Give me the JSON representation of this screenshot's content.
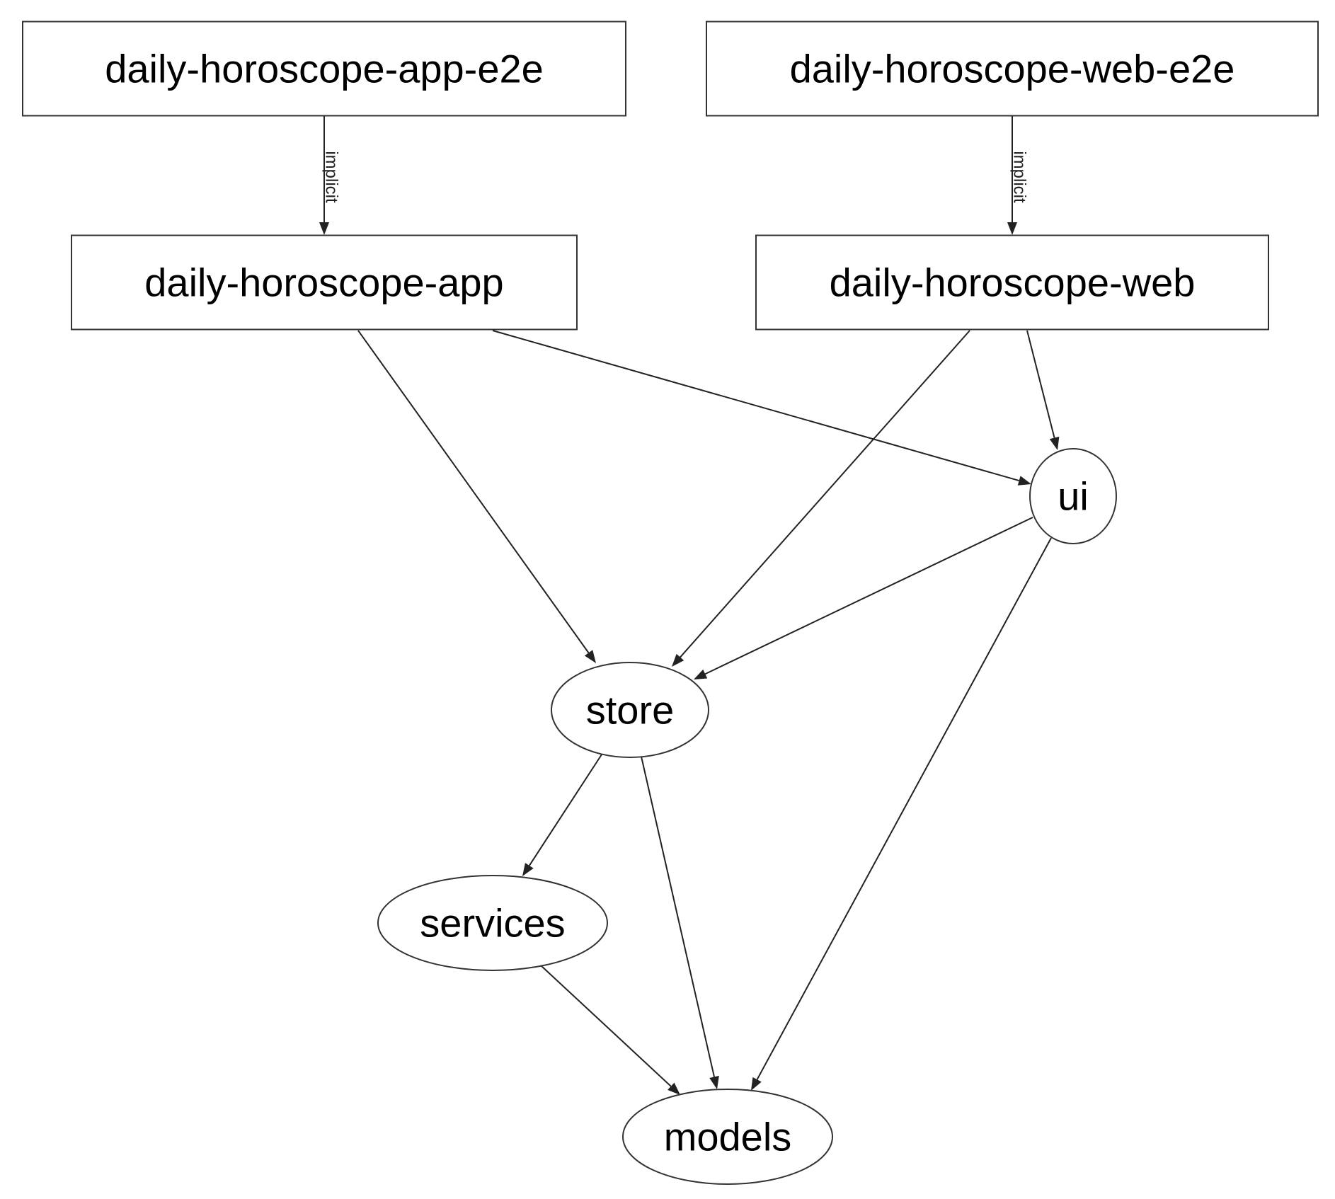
{
  "nodes": [
    {
      "id": "app-e2e",
      "label": "daily-horoscope-app-e2e",
      "shape": "box"
    },
    {
      "id": "web-e2e",
      "label": "daily-horoscope-web-e2e",
      "shape": "box"
    },
    {
      "id": "app",
      "label": "daily-horoscope-app",
      "shape": "box"
    },
    {
      "id": "web",
      "label": "daily-horoscope-web",
      "shape": "box"
    },
    {
      "id": "ui",
      "label": "ui",
      "shape": "ellipse"
    },
    {
      "id": "store",
      "label": "store",
      "shape": "ellipse"
    },
    {
      "id": "services",
      "label": "services",
      "shape": "ellipse"
    },
    {
      "id": "models",
      "label": "models",
      "shape": "ellipse"
    }
  ],
  "edges": [
    {
      "from": "app-e2e",
      "to": "app",
      "label": "implicit"
    },
    {
      "from": "web-e2e",
      "to": "web",
      "label": "implicit"
    },
    {
      "from": "app",
      "to": "store"
    },
    {
      "from": "app",
      "to": "ui"
    },
    {
      "from": "web",
      "to": "store"
    },
    {
      "from": "web",
      "to": "ui"
    },
    {
      "from": "ui",
      "to": "store"
    },
    {
      "from": "ui",
      "to": "models"
    },
    {
      "from": "store",
      "to": "services"
    },
    {
      "from": "store",
      "to": "models"
    },
    {
      "from": "services",
      "to": "models"
    }
  ],
  "colors": {
    "stroke": "#333333",
    "edge": "#222222",
    "text": "#000000",
    "background": "#ffffff"
  }
}
